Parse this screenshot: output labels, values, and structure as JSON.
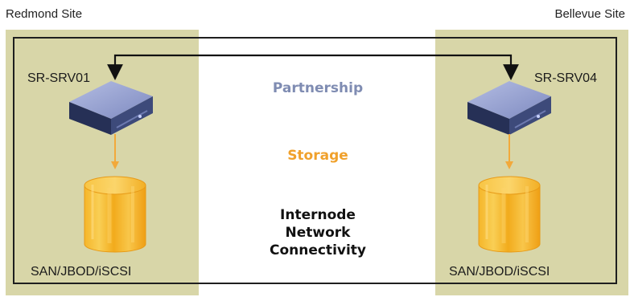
{
  "sites": {
    "left": {
      "title": "Redmond Site",
      "server": "SR-SRV01",
      "storage": "SAN/JBOD/iSCSI"
    },
    "right": {
      "title": "Bellevue Site",
      "server": "SR-SRV04",
      "storage": "SAN/JBOD/iSCSI"
    }
  },
  "labels": {
    "partnership": "Partnership",
    "storage": "Storage",
    "connectivity": [
      "Internode",
      "Network",
      "Connectivity"
    ]
  },
  "colors": {
    "site_background": "#d8d6a8",
    "partnership_text": "#7f8cb2",
    "storage_text": "#f0a12c",
    "connector": "#f2a93b",
    "outline": "#1f1f1f",
    "server_top": "#8d98c8",
    "server_front": "#3c4876",
    "cylinder": "#f5b62a"
  },
  "icons": {
    "server": "server-icon",
    "storage": "storage-cylinder-icon",
    "partnership_arrow": "double-arrow-connector"
  }
}
